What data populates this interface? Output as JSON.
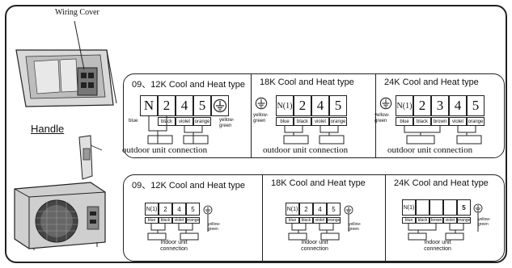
{
  "illustration": {
    "wiring_cover_label": "Wiring Cover",
    "handle_label": "Handle"
  },
  "outdoor_row": {
    "panels": [
      {
        "title": "09、12K Cool and Heat type",
        "terminals": [
          "N",
          "2",
          "4",
          "5"
        ],
        "wires": [
          "blue",
          "black",
          "violet",
          "orange"
        ],
        "ground_label": "yellow-green",
        "connection_label": "outdoor unit connection"
      },
      {
        "title": "18K Cool and Heat type",
        "terminals": [
          "N(1)",
          "2",
          "4",
          "5"
        ],
        "wires": [
          "blue",
          "black",
          "violet",
          "orange"
        ],
        "ground_label": "yellow-green",
        "connection_label": "outdoor unit connection"
      },
      {
        "title": "24K Cool and Heat type",
        "terminals": [
          "N(1)",
          "2",
          "3",
          "4",
          "5"
        ],
        "wires": [
          "blue",
          "black",
          "brown",
          "violet",
          "orange"
        ],
        "ground_label": "yellow-green",
        "connection_label": "outdoor unit connection"
      }
    ]
  },
  "indoor_row": {
    "panels": [
      {
        "title": "09、12K Cool and Heat type",
        "terminals": [
          "N(1)",
          "2",
          "4",
          "5"
        ],
        "wires": [
          "blue",
          "black",
          "violet",
          "orange"
        ],
        "ground_label": "yellow-green",
        "connection_label": "Indoor unit connection"
      },
      {
        "title": "18K Cool and Heat type",
        "terminals": [
          "N(1)",
          "2",
          "4",
          "5"
        ],
        "wires": [
          "blue",
          "black",
          "violet",
          "orange"
        ],
        "ground_label": "yellow-green",
        "connection_label": "Indoor unit connection"
      },
      {
        "title": "24K Cool and Heat type",
        "terminals": [
          "N(1)",
          "",
          "",
          "",
          "5"
        ],
        "wires": [
          "blue",
          "black",
          "brown",
          "violet",
          "orange"
        ],
        "ground_label": "yellow-green",
        "connection_label": "Indoor unit connection"
      }
    ]
  }
}
